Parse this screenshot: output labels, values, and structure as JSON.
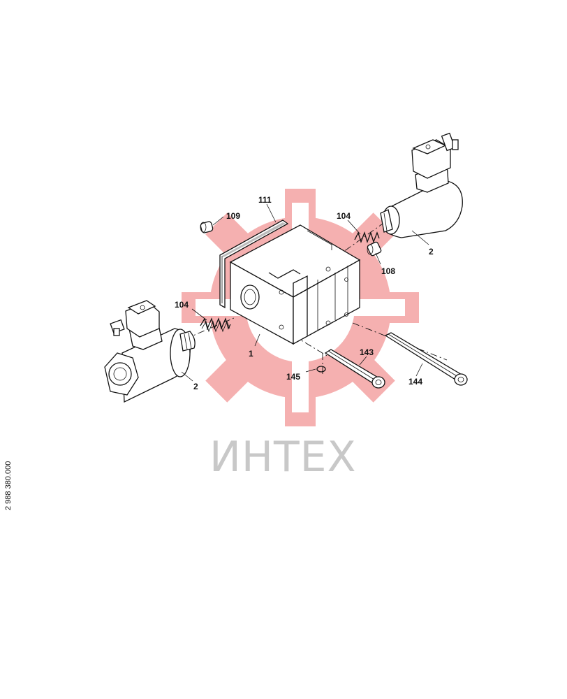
{
  "watermark": {
    "text": "ИНТЕХ",
    "gear_color": "#f4a3a3",
    "text_color": "#c8c8c8"
  },
  "document_number": "2 988 380.000",
  "callouts": {
    "c111": "111",
    "c109": "109",
    "c104_right": "104",
    "c108": "108",
    "c2_right": "2",
    "c104_left": "104",
    "c1": "1",
    "c2_left": "2",
    "c143": "143",
    "c145": "145",
    "c144": "144"
  }
}
